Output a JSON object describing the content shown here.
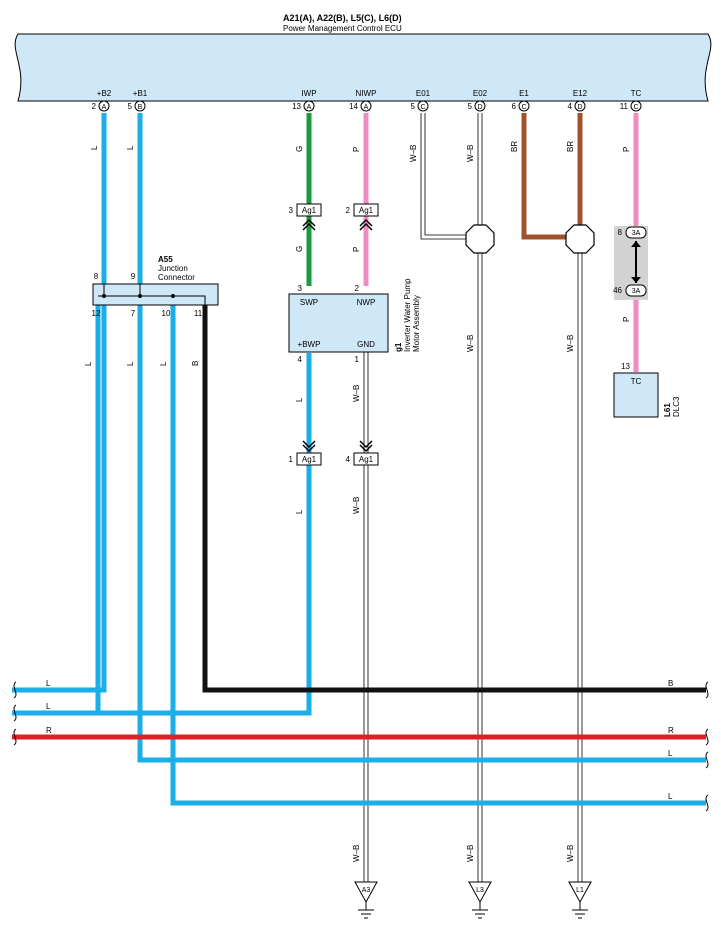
{
  "ecu": {
    "title": "A21(A), A22(B), L5(C), L6(D)",
    "name": "Power Management Control ECU",
    "fill": "#cfe8f7"
  },
  "pins": [
    {
      "label": "+B2",
      "num": "2",
      "conn": "A"
    },
    {
      "label": "+B1",
      "num": "5",
      "conn": "B"
    },
    {
      "label": "IWP",
      "num": "13",
      "conn": "A"
    },
    {
      "label": "NIWP",
      "num": "14",
      "conn": "A"
    },
    {
      "label": "E01",
      "num": "5",
      "conn": "C"
    },
    {
      "label": "E02",
      "num": "5",
      "conn": "D"
    },
    {
      "label": "E1",
      "num": "6",
      "conn": "C"
    },
    {
      "label": "E12",
      "num": "4",
      "conn": "D"
    },
    {
      "label": "TC",
      "num": "11",
      "conn": "C"
    }
  ],
  "junction": {
    "id": "A55",
    "name1": "Junction",
    "name2": "Connector",
    "top_pins": [
      "8",
      "9"
    ],
    "bottom_pins": [
      "12",
      "7",
      "10",
      "11"
    ]
  },
  "pump": {
    "id": "g1",
    "name1": "Inverter Water Pump",
    "name2": "Motor Assembly",
    "swp": "SWP",
    "nwp": "NWP",
    "bwp": "+BWP",
    "gnd": "GND",
    "pin_swp": "3",
    "pin_nwp": "2",
    "pin_bwp": "4",
    "pin_gnd": "1"
  },
  "ag": {
    "label": "Ag1",
    "top_left_num": "3",
    "top_right_num": "2",
    "bottom_left_num": "1",
    "bottom_right_num": "4"
  },
  "dlc": {
    "id": "L61",
    "name": "DLC3",
    "pin_label": "TC",
    "pin_num": "13"
  },
  "splice": {
    "top_num": "8",
    "top_label": "3A",
    "bottom_num": "46",
    "bottom_label": "3A"
  },
  "wire_colors": {
    "L": "L",
    "B": "B",
    "R": "R",
    "G": "G",
    "P": "P",
    "WB": "W–B",
    "BR": "BR"
  },
  "grounds": [
    "A3",
    "L3",
    "L1"
  ],
  "colors": {
    "L": "#1aaeea",
    "G": "#1a9c3c",
    "P": "#f08cc0",
    "BR": "#a0522d",
    "B": "#111111",
    "R": "#e41e26",
    "component_fill": "#cfe8f7",
    "splice_bg": "#d3d3d3"
  }
}
